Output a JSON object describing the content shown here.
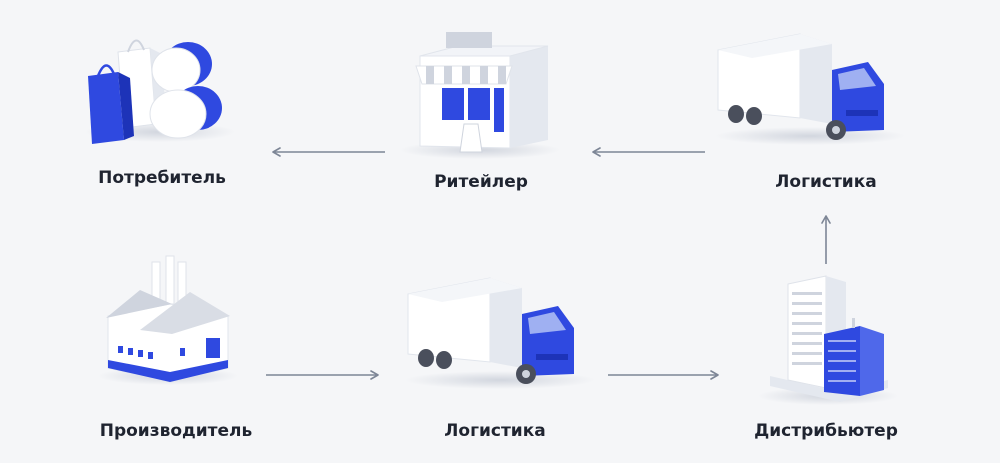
{
  "colors": {
    "background": "#f5f6f8",
    "accent": "#2f49e0",
    "accent_dark": "#1d33b8",
    "white": "#ffffff",
    "light": "#e8ebf1",
    "shade": "#cfd4de",
    "arrow": "#7d8696",
    "text": "#1f2430"
  },
  "nodes": {
    "consumer": {
      "label": "Потребитель",
      "icon": "shopping-bags-icon"
    },
    "retailer": {
      "label": "Ритейлер",
      "icon": "store-icon"
    },
    "logistics_top": {
      "label": "Логистика",
      "icon": "truck-icon"
    },
    "manufacturer": {
      "label": "Производитель",
      "icon": "factory-icon"
    },
    "logistics_bottom": {
      "label": "Логистика",
      "icon": "truck-icon"
    },
    "distributor": {
      "label": "Дистрибьютер",
      "icon": "office-buildings-icon"
    }
  },
  "edges": [
    {
      "from": "manufacturer",
      "to": "logistics_bottom"
    },
    {
      "from": "logistics_bottom",
      "to": "distributor"
    },
    {
      "from": "distributor",
      "to": "logistics_top"
    },
    {
      "from": "logistics_top",
      "to": "retailer"
    },
    {
      "from": "retailer",
      "to": "consumer"
    }
  ]
}
